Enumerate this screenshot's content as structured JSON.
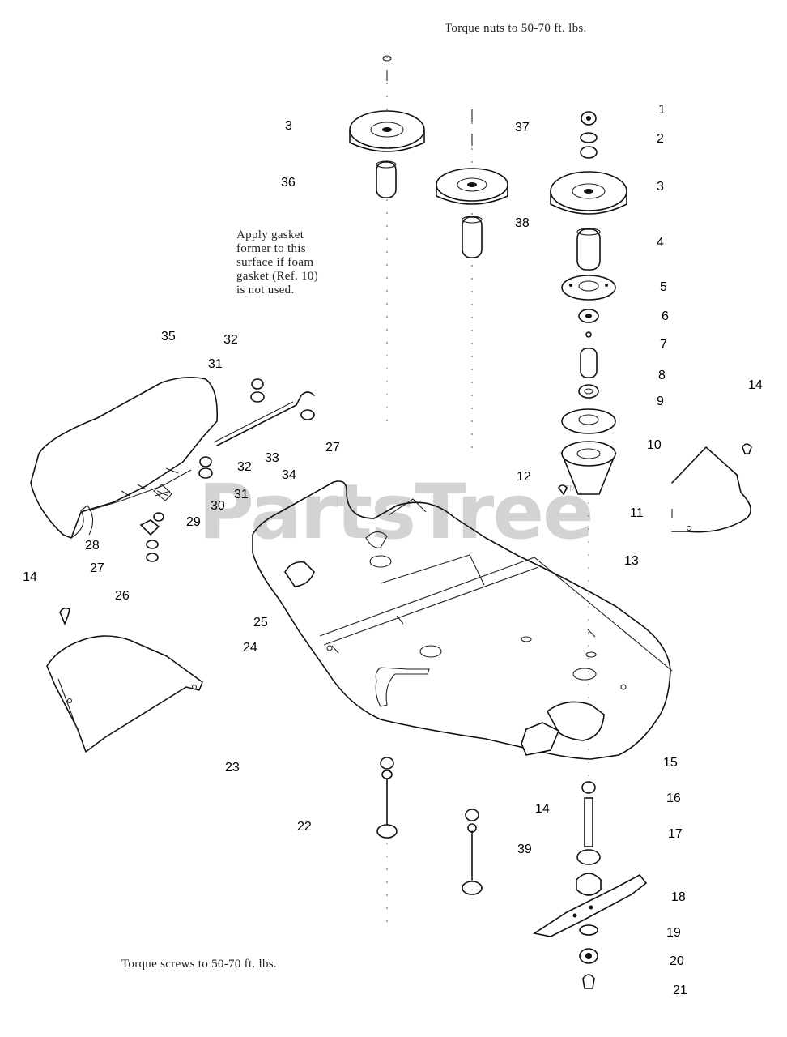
{
  "watermark": "PartsTree",
  "watermark_tm": "TM",
  "notes": {
    "torque_nuts": "Torque nuts to 50-70 ft. lbs.",
    "gasket": "Apply gasket\nformer to this\nsurface if foam\ngasket (Ref. 10)\nis not used.",
    "torque_screws": "Torque screws to 50-70 ft. lbs."
  },
  "callouts": [
    {
      "n": "1"
    },
    {
      "n": "2"
    },
    {
      "n": "3"
    },
    {
      "n": "4"
    },
    {
      "n": "5"
    },
    {
      "n": "6"
    },
    {
      "n": "7"
    },
    {
      "n": "8"
    },
    {
      "n": "9"
    },
    {
      "n": "10"
    },
    {
      "n": "11"
    },
    {
      "n": "12"
    },
    {
      "n": "13"
    },
    {
      "n": "14"
    },
    {
      "n": "15"
    },
    {
      "n": "16"
    },
    {
      "n": "17"
    },
    {
      "n": "18"
    },
    {
      "n": "19"
    },
    {
      "n": "20"
    },
    {
      "n": "21"
    },
    {
      "n": "3"
    },
    {
      "n": "36"
    },
    {
      "n": "37"
    },
    {
      "n": "38"
    },
    {
      "n": "35"
    },
    {
      "n": "32"
    },
    {
      "n": "31"
    },
    {
      "n": "27"
    },
    {
      "n": "33"
    },
    {
      "n": "32"
    },
    {
      "n": "34"
    },
    {
      "n": "31"
    },
    {
      "n": "30"
    },
    {
      "n": "29"
    },
    {
      "n": "28"
    },
    {
      "n": "27"
    },
    {
      "n": "14"
    },
    {
      "n": "26"
    },
    {
      "n": "25"
    },
    {
      "n": "24"
    },
    {
      "n": "23"
    },
    {
      "n": "22"
    },
    {
      "n": "14"
    },
    {
      "n": "39"
    }
  ]
}
